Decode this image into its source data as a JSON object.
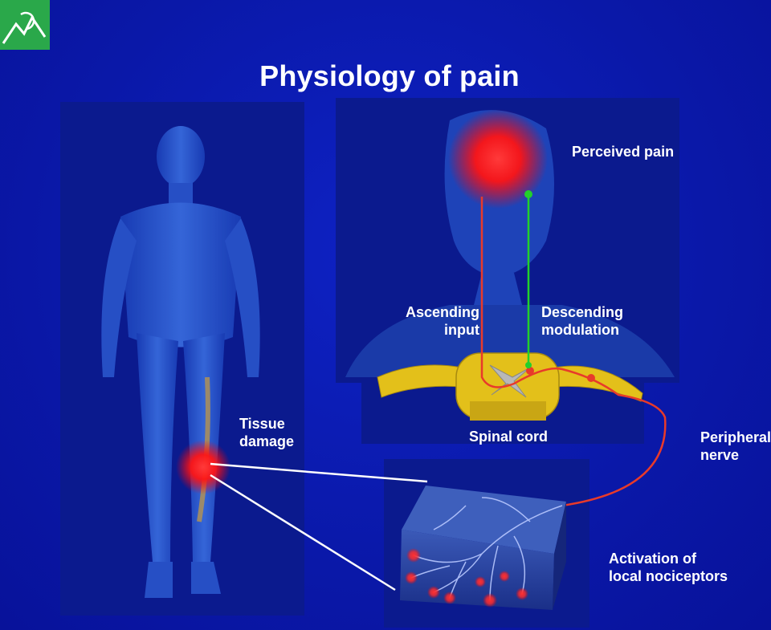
{
  "title": "Physiology of pain",
  "labels": {
    "perceived_pain": "Perceived pain",
    "ascending_input_line1": "Ascending",
    "ascending_input_line2": "input",
    "descending_modulation_line1": "Descending",
    "descending_modulation_line2": "modulation",
    "tissue_damage_line1": "Tissue",
    "tissue_damage_line2": "damage",
    "spinal_cord": "Spinal cord",
    "peripheral_nerve_line1": "Peripheral",
    "peripheral_nerve_line2": "nerve",
    "activation_line1": "Activation of",
    "activation_line2": "local nociceptors"
  },
  "colors": {
    "background": "#0a18a8",
    "pain_red": "#ff2020",
    "ascending_path": "#e83a2a",
    "descending_path": "#22d12a",
    "spinal_yellow": "#e3c01a",
    "logo_green": "#2aa84a",
    "text": "#ffffff"
  },
  "icons": {
    "logo": "mountain-logo-icon"
  }
}
